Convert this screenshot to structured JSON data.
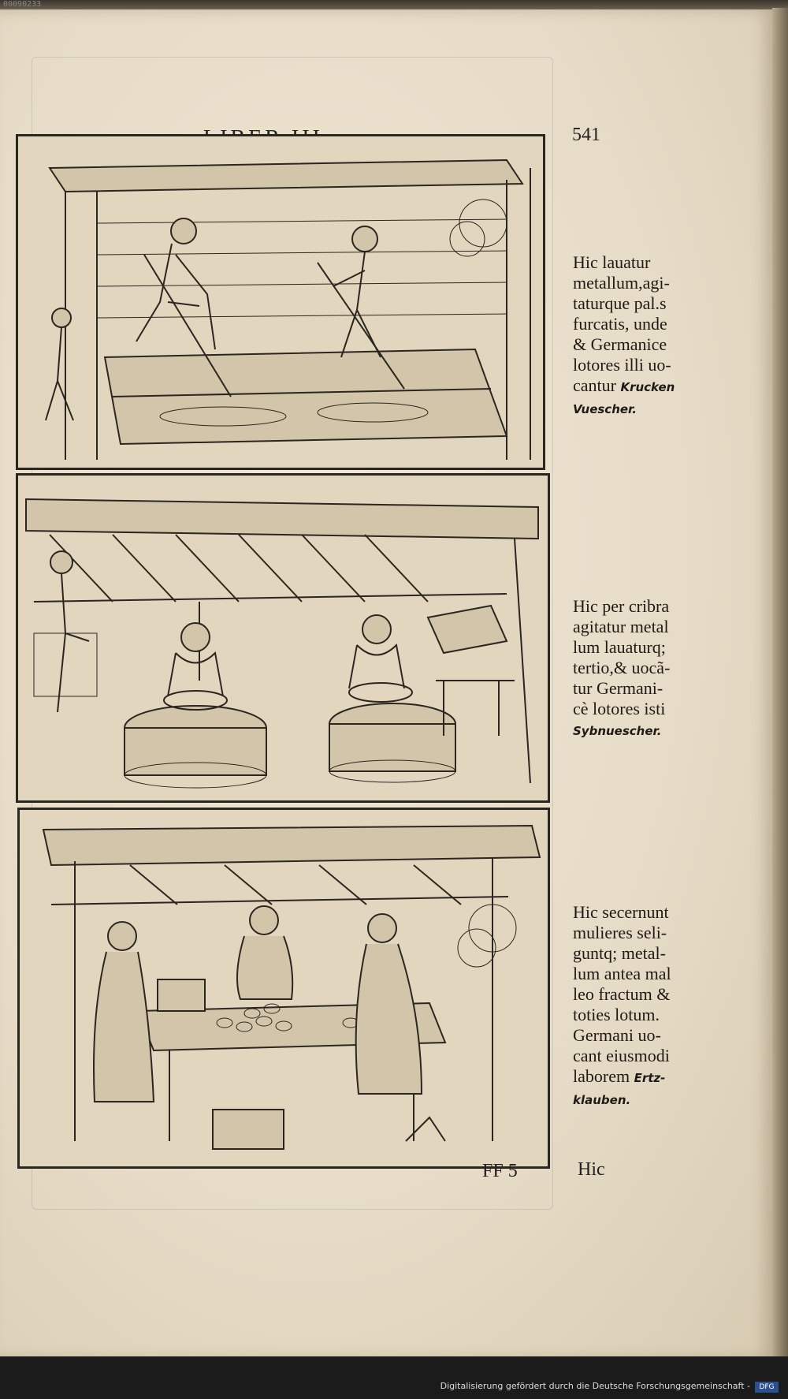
{
  "corner_id": "00090233",
  "header": {
    "title": "LIBER III.",
    "folio": "541"
  },
  "glosses": [
    {
      "latin": "Hic lauatur\nmetallum,agi-\ntaturque pal.s\nfurcatis, unde\n& Germanice\nlotores illi uo-\ncantur",
      "german": "Krucken\nVuescher."
    },
    {
      "latin": "Hic per cribra\nagitatur metal\nlum lauaturq;\ntertio,& uocã-\ntur Germani-\ncè lotores isti",
      "german": "Sybnuescher."
    },
    {
      "latin": "Hic secernunt\nmulieres seli-\nguntq; metal-\nlum antea mal\nleo fractum &\ntoties lotum.\nGermani uo-\ncant eiusmodi\nlaborem",
      "german": "Ertz-\nklauben."
    }
  ],
  "signature": "FF 5",
  "catchword": "Hic",
  "footer": {
    "credit": "Digitalisierung gefördert durch die Deutsche Forschungsgemeinschaft -",
    "logo": "DFG"
  },
  "woodcuts": [
    {
      "name": "woodcut-washing-troughs"
    },
    {
      "name": "woodcut-sieving-tubs"
    },
    {
      "name": "woodcut-women-sorting-ore"
    }
  ]
}
